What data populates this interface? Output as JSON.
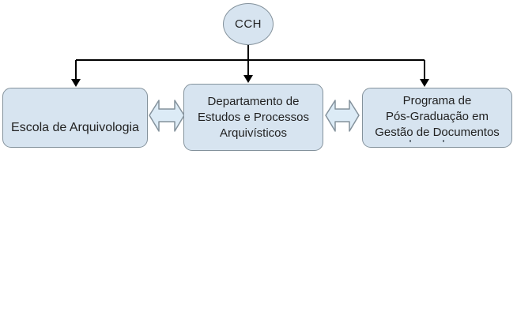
{
  "diagram": {
    "root_node": {
      "label": "CCH"
    },
    "nodes": [
      {
        "lines": [
          "Escola de Arquivologia"
        ]
      },
      {
        "lines": [
          "Departamento de",
          "Estudos e Processos",
          "Arquivísticos"
        ]
      },
      {
        "lines": [
          "Programa de",
          "Pós-Graduação em",
          "Gestão de Documentos"
        ],
        "clipped_fourth_line": true
      }
    ],
    "colors": {
      "shape_fill": "#d7e4f0",
      "arrow_fill": "#dcebf6",
      "shape_border": "#84929c",
      "connector": "#000000",
      "text_color": "#222222",
      "background": "#ffffff"
    }
  }
}
